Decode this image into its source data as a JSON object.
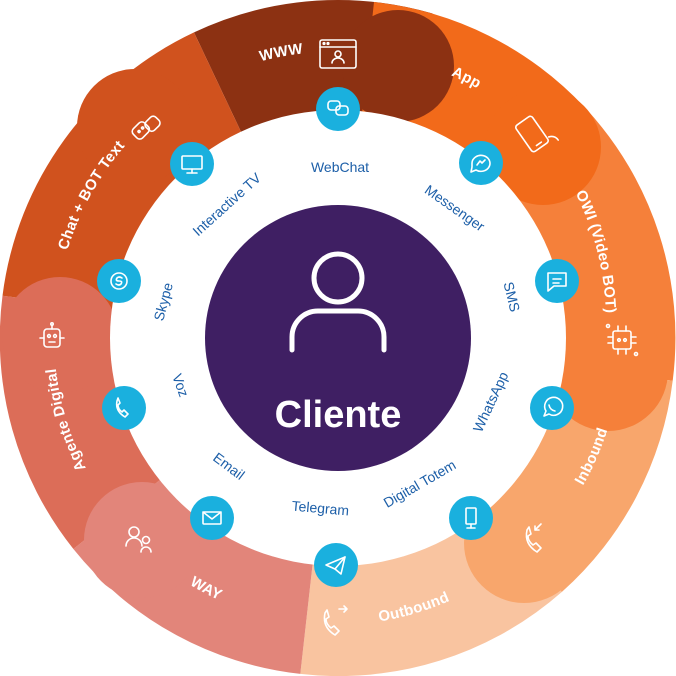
{
  "center": {
    "label": "Cliente",
    "icon": "person-icon",
    "color": "#3f1f63"
  },
  "segments": [
    {
      "label": "WWW",
      "icon": "browser-window-icon",
      "color": "#8c3112"
    },
    {
      "label": "App",
      "icon": "mobile-phone-icon",
      "color": "#f26a1a"
    },
    {
      "label": "OWI (Video BOT)",
      "icon": "bot-chip-icon",
      "color": "#f5803a"
    },
    {
      "label": "Inbound",
      "icon": "incoming-call-icon",
      "color": "#f8a66c"
    },
    {
      "label": "Outbound",
      "icon": "outgoing-call-icon",
      "color": "#f9c4a0"
    },
    {
      "label": "WAY",
      "icon": "people-icon",
      "color": "#e2857a"
    },
    {
      "label": "Agente Digital",
      "icon": "robot-icon",
      "color": "#dc6d58"
    },
    {
      "label": "Chat + BOT Text",
      "icon": "chat-bot-icon",
      "color": "#d0521e"
    }
  ],
  "channels": [
    {
      "label": "WebChat",
      "icon": "chat-bubbles-icon"
    },
    {
      "label": "Messenger",
      "icon": "messenger-icon"
    },
    {
      "label": "SMS",
      "icon": "sms-icon"
    },
    {
      "label": "WhatsApp",
      "icon": "whatsapp-icon"
    },
    {
      "label": "Digital Totem",
      "icon": "totem-icon"
    },
    {
      "label": "Telegram",
      "icon": "telegram-icon"
    },
    {
      "label": "Email",
      "icon": "email-icon"
    },
    {
      "label": "Voz",
      "icon": "phone-icon"
    },
    {
      "label": "Skype",
      "icon": "skype-icon"
    },
    {
      "label": "Interactive TV",
      "icon": "tv-icon"
    }
  ],
  "colors": {
    "channel_circle": "#1ab0de",
    "channel_text": "#1d5fa8",
    "white_ring": "#ffffff"
  }
}
